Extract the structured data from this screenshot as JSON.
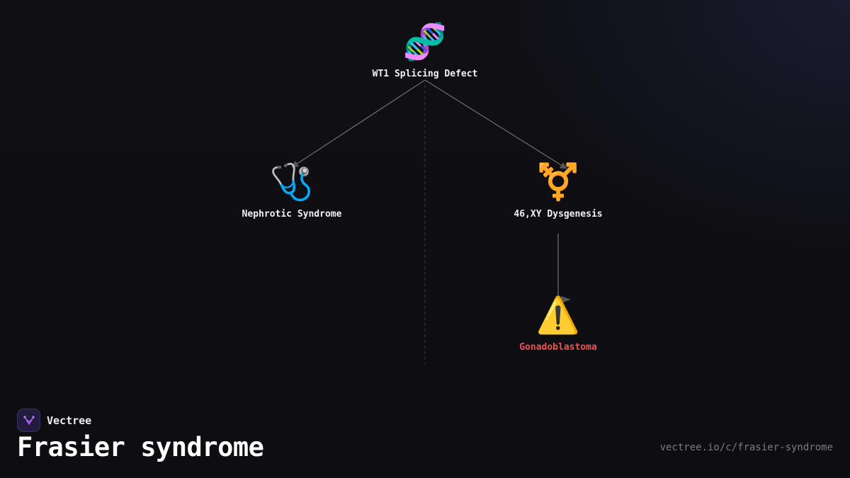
{
  "diagram": {
    "nodes": [
      {
        "id": "wt1",
        "emoji": "🧬",
        "label": "WT1 Splicing Defect",
        "tone": "normal"
      },
      {
        "id": "nephrotic",
        "emoji": "🩺",
        "label": "Nephrotic Syndrome",
        "tone": "normal"
      },
      {
        "id": "dysgenesis",
        "emoji": "⚧️",
        "label": "46,XY Dysgenesis",
        "tone": "normal"
      },
      {
        "id": "gonadoblastoma",
        "emoji": "⚠️",
        "label": "Gonadoblastoma",
        "tone": "danger"
      }
    ],
    "edges": [
      {
        "from": "wt1",
        "to": "nephrotic"
      },
      {
        "from": "wt1",
        "to": "dysgenesis"
      },
      {
        "from": "dysgenesis",
        "to": "gonadoblastoma"
      }
    ],
    "colors": {
      "edge": "#6a6a6a",
      "danger_label": "#ef5350",
      "brand_accent": "#a855f7"
    }
  },
  "footer": {
    "brand_name": "Vectree",
    "title": "Frasier syndrome",
    "url": "vectree.io/c/frasier-syndrome"
  }
}
